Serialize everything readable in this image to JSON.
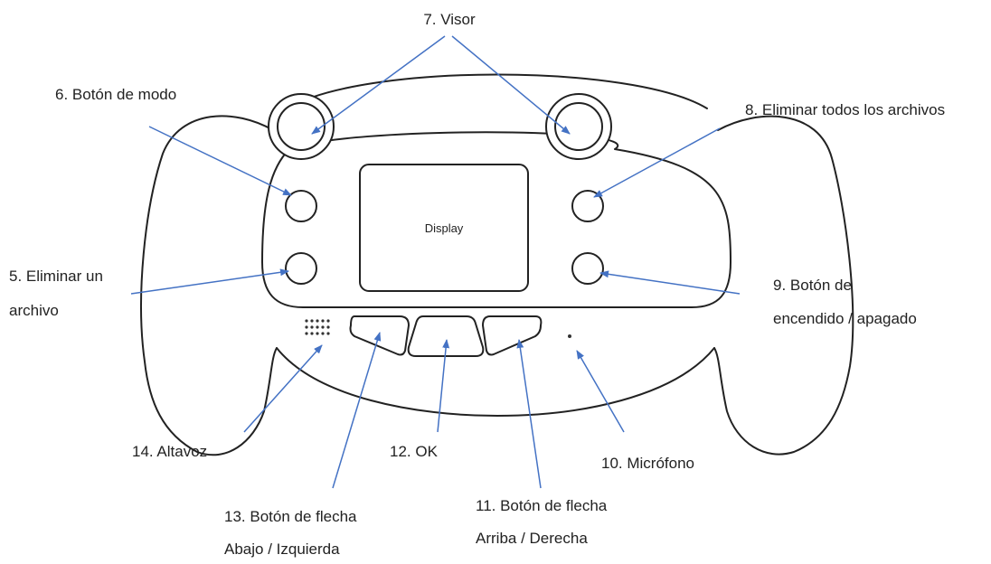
{
  "display_text": "Display",
  "labels": {
    "visor": "7. Visor",
    "mode": "6. Botón de modo",
    "delete_all": "8. Eliminar todos los archivos",
    "delete_one_1": "5. Eliminar un",
    "delete_one_2": "archivo",
    "power_1": "9. Botón de",
    "power_2": "encendido / apagado",
    "speaker": "14. Altavoz",
    "ok": "12. OK",
    "microphone": "10. Micrófono",
    "arrow_down_1": "13. Botón de flecha",
    "arrow_down_2": "Abajo / Izquierda",
    "arrow_up_1": "11. Botón de flecha",
    "arrow_up_2": "Arriba / Derecha"
  },
  "colors": {
    "pointer": "#4472C4",
    "outline": "#222222"
  }
}
